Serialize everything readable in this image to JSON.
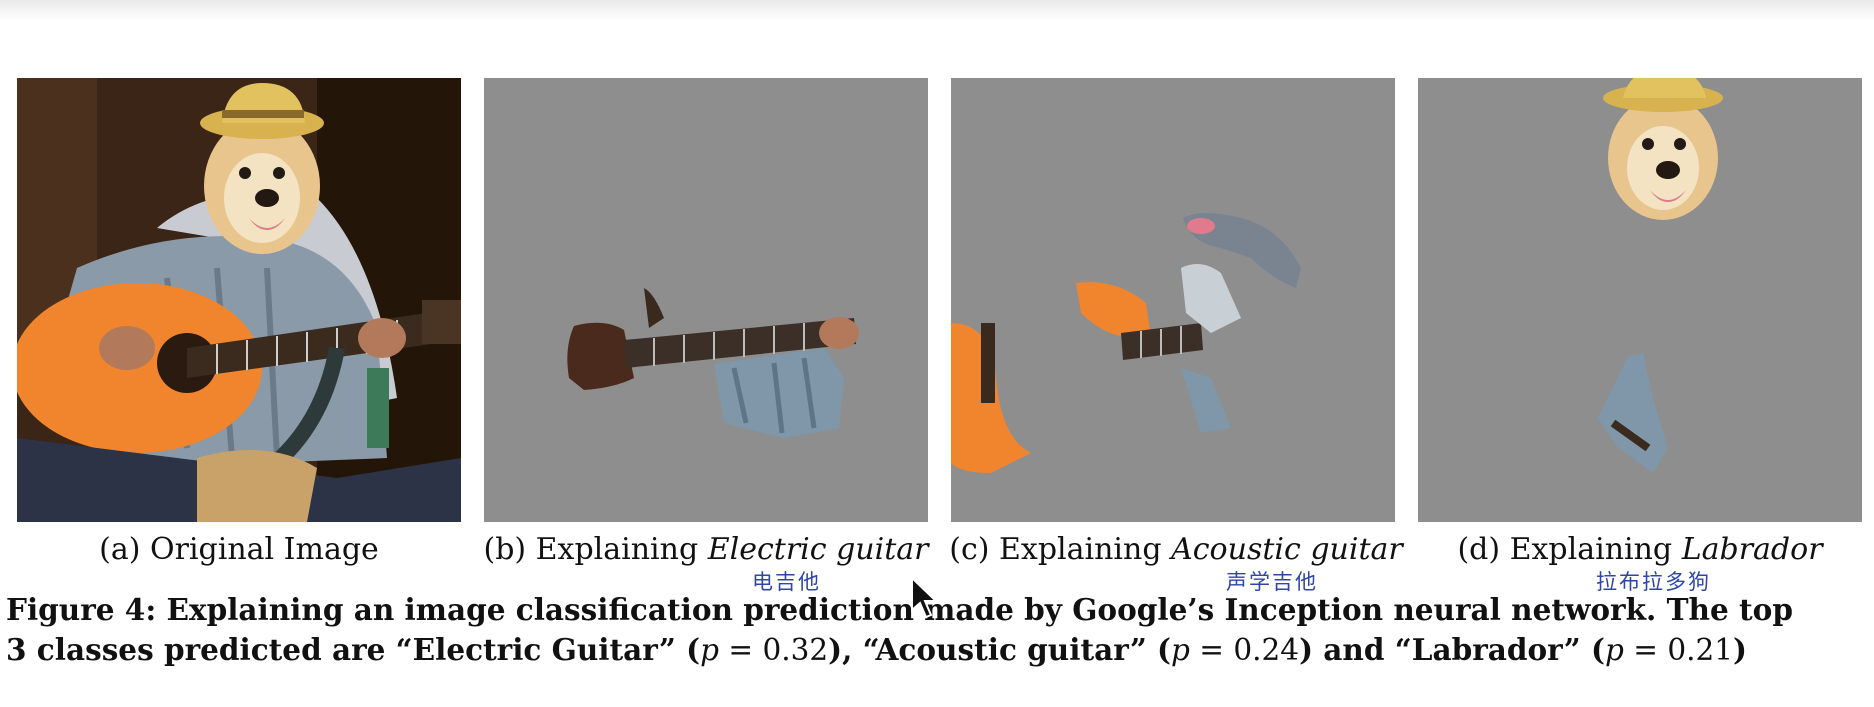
{
  "panels": [
    {
      "caption_prefix": "(a) Original Image",
      "caption_ital": ""
    },
    {
      "caption_prefix": "(b) Explaining ",
      "caption_ital": "Electric guitar"
    },
    {
      "caption_prefix": "(c) Explaining ",
      "caption_ital": "Acoustic guitar"
    },
    {
      "caption_prefix": "(d) Explaining ",
      "caption_ital": "Labrador"
    }
  ],
  "annotations": {
    "b": "电吉他",
    "c": "声学吉他",
    "d": "拉布拉多狗"
  },
  "figure_caption": {
    "line1": "Figure 4: Explaining an image classification prediction made by Google’s Inception neural network. The top",
    "line2_a": "3 classes predicted are “Electric Guitar” (",
    "p_symbol": "p",
    "eq": " = 0.32",
    "line2_b": "), “Acoustic guitar” (",
    "eq2": " = 0.24",
    "line2_c": ") and “Labrador” (",
    "eq3": " = 0.21",
    "line2_d": ")"
  },
  "colors": {
    "mask_gray": "#8e8e8e",
    "guitar_orange": "#f0852e",
    "annotation_blue": "#2f45a8"
  }
}
